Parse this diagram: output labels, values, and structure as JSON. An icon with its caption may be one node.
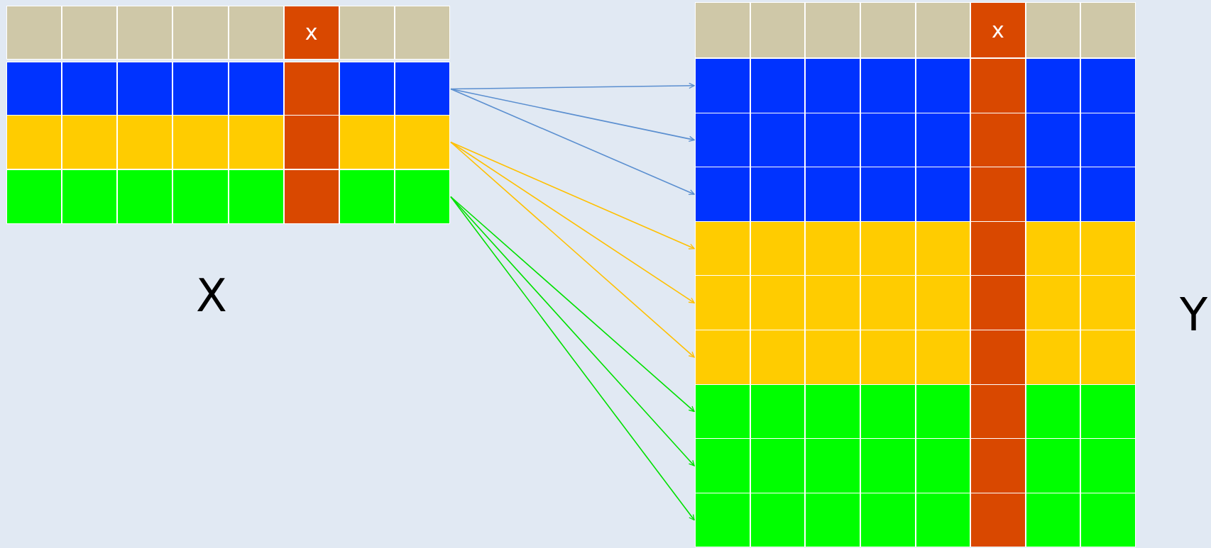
{
  "diagram": {
    "nodes": [
      {
        "text": [
          "x"
        ]
      },
      {
        "text": [],
        "shape": "bar"
      },
      {
        "text": [],
        "shape": "bar"
      },
      {
        "text": [],
        "shape": "bar"
      },
      {
        "text": [
          "x"
        ]
      },
      {
        "text": [],
        "shape": "bar"
      },
      {
        "text": [],
        "shape": "bar"
      },
      {
        "text": [],
        "shape": "bar"
      },
      {
        "text": [],
        "shape": "bar"
      },
      {
        "text": [],
        "shape": "bar"
      },
      {
        "text": [],
        "shape": "bar"
      },
      {
        "text": [],
        "shape": "bar"
      },
      {
        "text": [],
        "shape": "bar"
      },
      {
        "text": [],
        "shape": "bar"
      }
    ],
    "edges": [
      {
        "from": 1,
        "to": 5,
        "arrow": "to",
        "color": "#5b8fd0"
      },
      {
        "from": 1,
        "to": 6,
        "arrow": "to",
        "color": "#5b8fd0"
      },
      {
        "from": 1,
        "to": 7,
        "arrow": "to",
        "color": "#5b8fd0"
      },
      {
        "from": 2,
        "to": 8,
        "arrow": "to",
        "color": "#ffc000"
      },
      {
        "from": 2,
        "to": 9,
        "arrow": "to",
        "color": "#ffc000"
      },
      {
        "from": 2,
        "to": 10,
        "arrow": "to",
        "color": "#ffc000"
      },
      {
        "from": 3,
        "to": 11,
        "arrow": "to",
        "color": "#00e000"
      },
      {
        "from": 3,
        "to": 12,
        "arrow": "to",
        "color": "#00e000"
      },
      {
        "from": 3,
        "to": 13,
        "arrow": "to",
        "color": "#00e000"
      }
    ],
    "labels": [
      "X",
      "Y"
    ]
  }
}
